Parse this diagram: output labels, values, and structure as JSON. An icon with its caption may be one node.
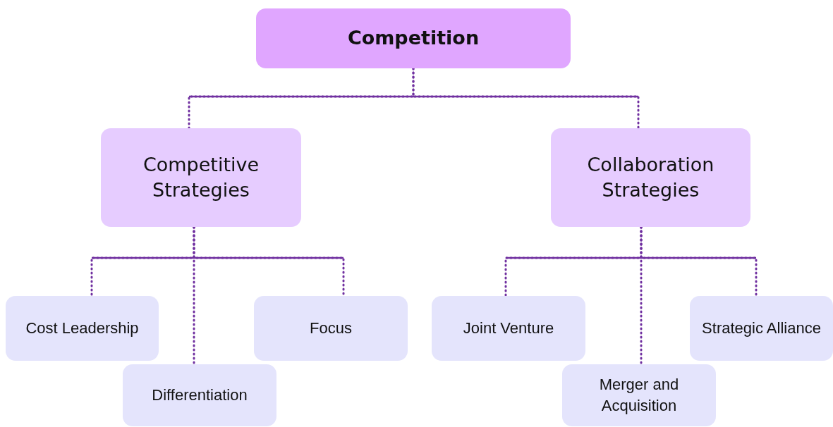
{
  "diagram": {
    "nodes": [
      {
        "text": [
          "Competition"
        ]
      },
      {
        "text": [
          "Competitive Strategies"
        ]
      },
      {
        "text": [
          "Collaboration Strategies"
        ]
      },
      {
        "text": [
          "Cost Leadership"
        ]
      },
      {
        "text": [
          "Differentiation"
        ]
      },
      {
        "text": [
          "Focus"
        ]
      },
      {
        "text": [
          "Joint Venture"
        ]
      },
      {
        "text": [
          "Merger and Acquisition"
        ]
      },
      {
        "text": [
          "Strategic Alliance"
        ]
      }
    ],
    "edges": [
      {
        "from": 0,
        "to": 1,
        "arrow": "none"
      },
      {
        "from": 0,
        "to": 2,
        "arrow": "none"
      },
      {
        "from": 1,
        "to": 3,
        "arrow": "none"
      },
      {
        "from": 1,
        "to": 4,
        "arrow": "none"
      },
      {
        "from": 1,
        "to": 5,
        "arrow": "none"
      },
      {
        "from": 2,
        "to": 6,
        "arrow": "none"
      },
      {
        "from": 2,
        "to": 7,
        "arrow": "none"
      },
      {
        "from": 2,
        "to": 8,
        "arrow": "none"
      }
    ]
  }
}
